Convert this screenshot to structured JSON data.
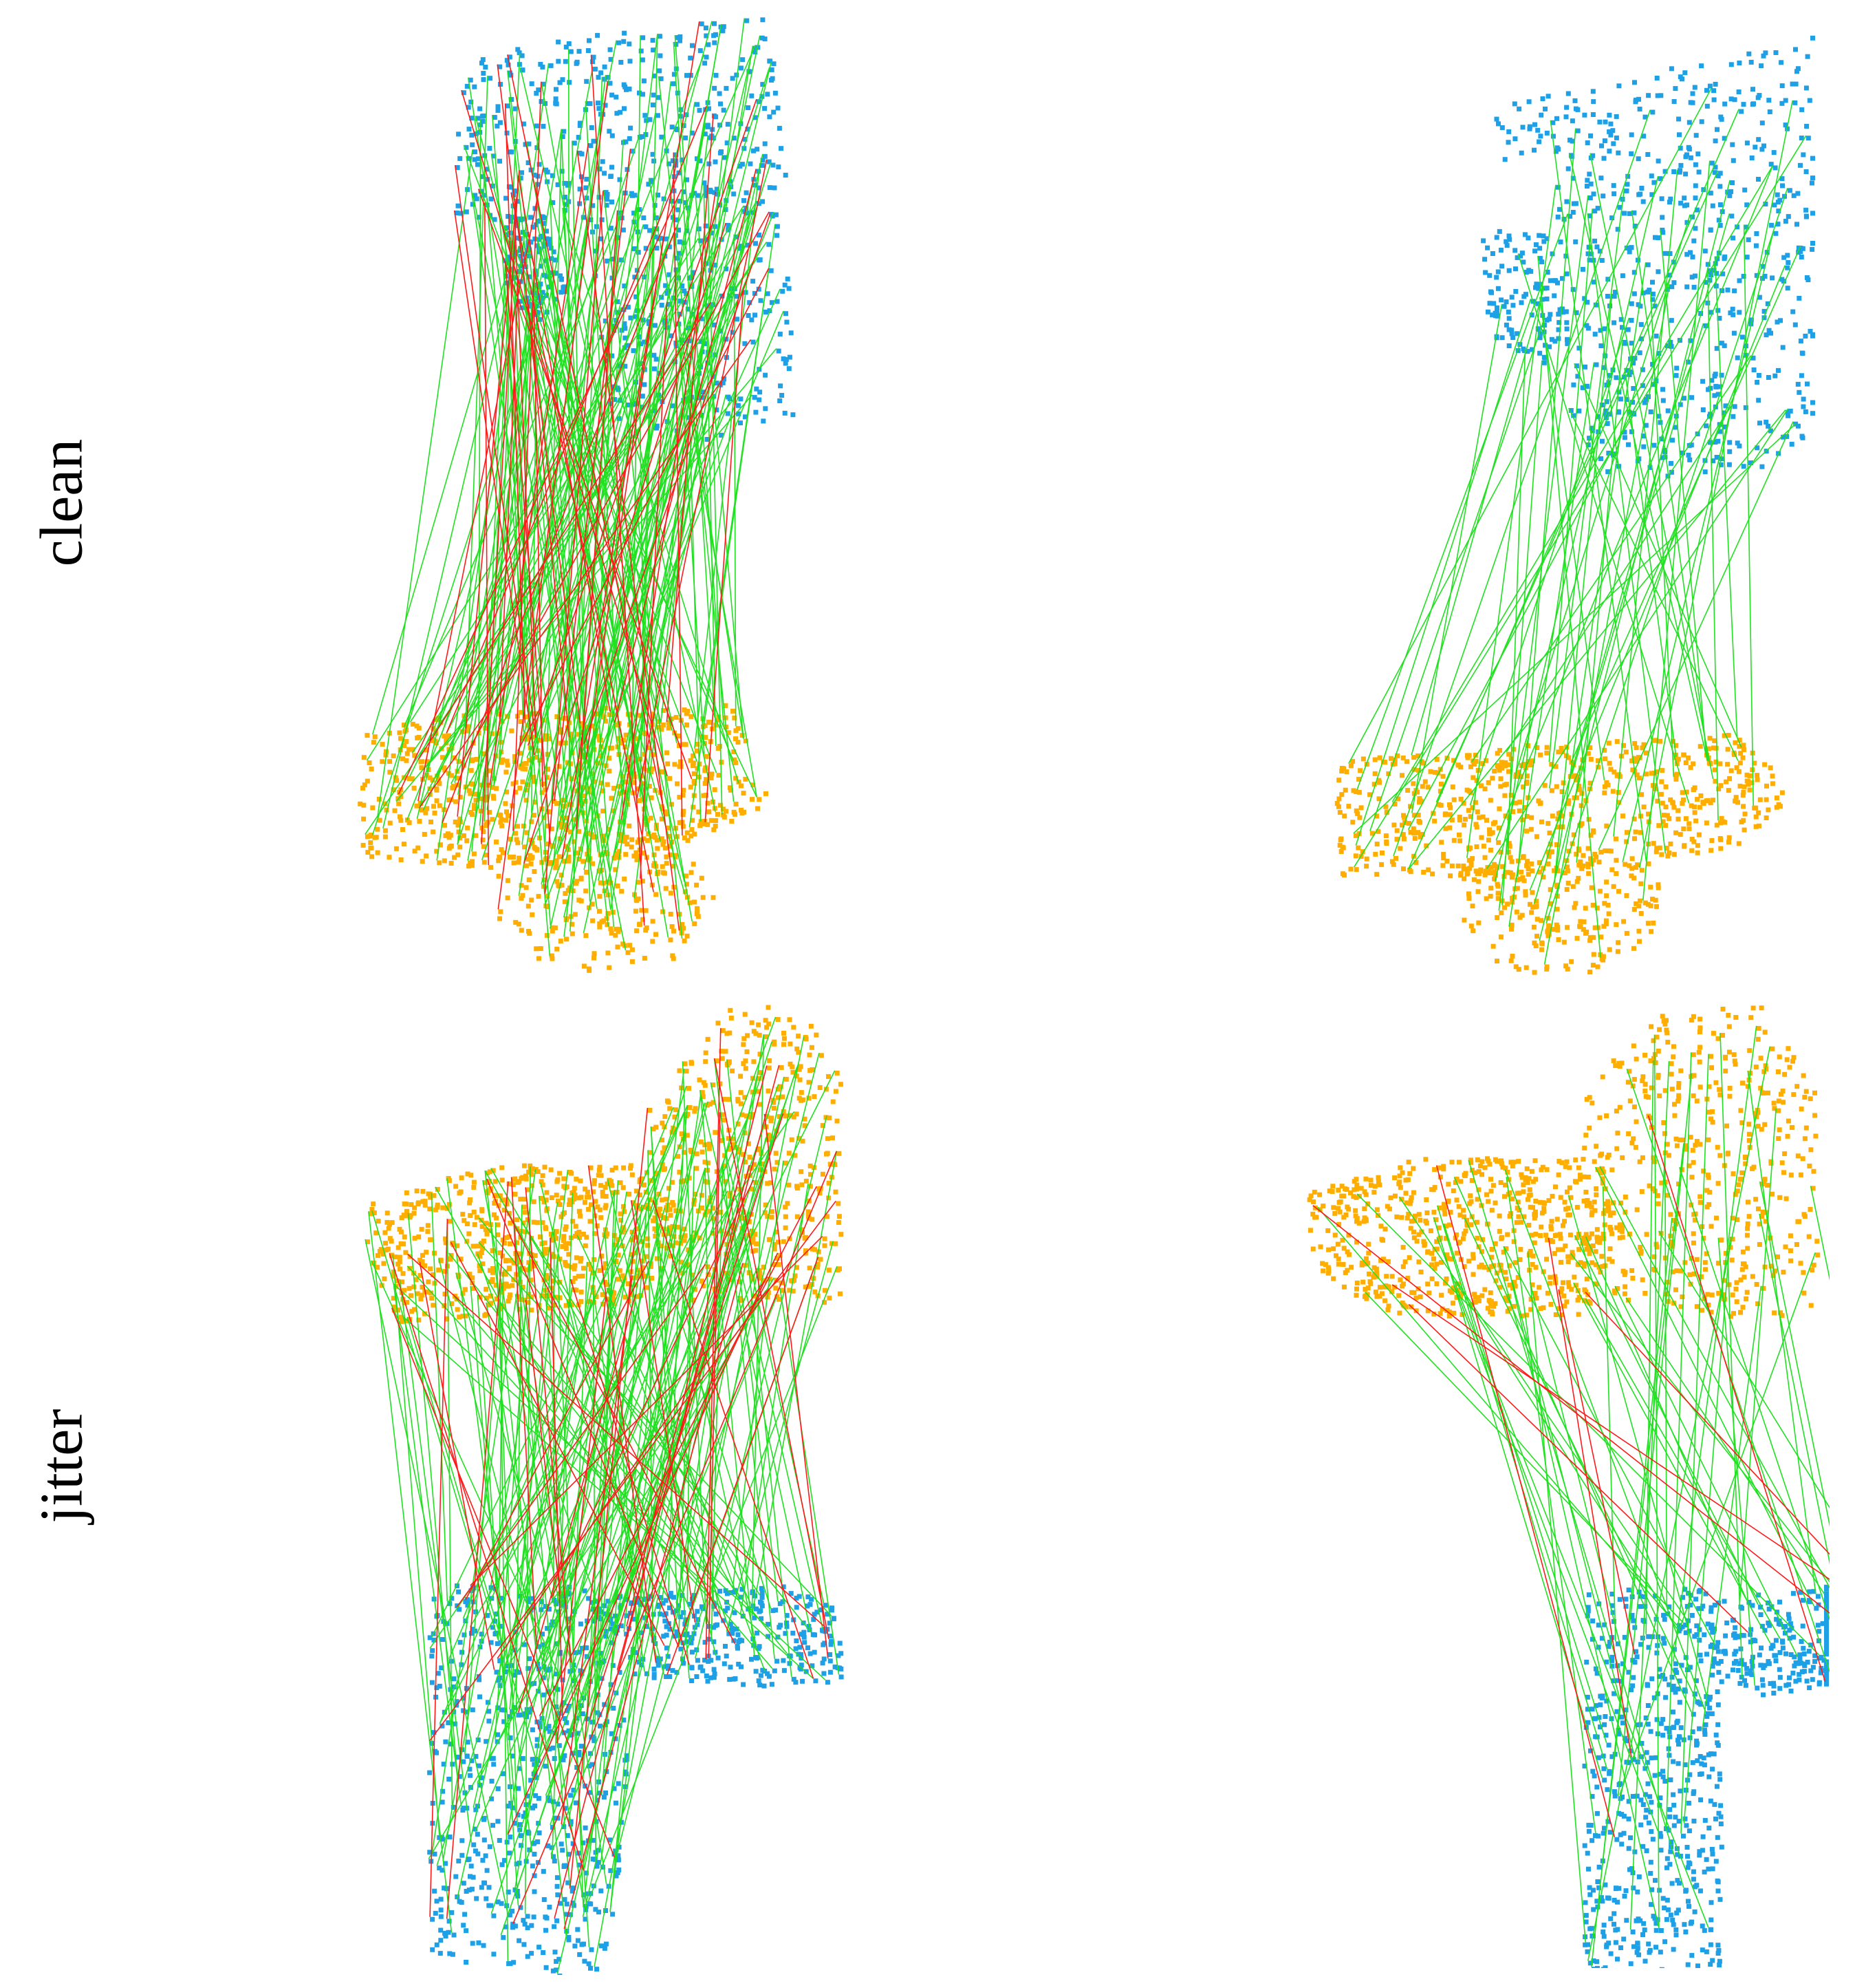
{
  "row_labels": {
    "clean": "clean",
    "jitter": "jitter"
  },
  "colors": {
    "source_points": "#1ea0e6",
    "target_points": "#ffae00",
    "correct_match": "#22e022",
    "wrong_match": "#ff1a1a"
  },
  "panels": [
    {
      "id": "panel-tl",
      "row": "clean",
      "column": "left",
      "green_lines": 150,
      "red_lines": 45
    },
    {
      "id": "panel-tr",
      "row": "clean",
      "column": "right",
      "green_lines": 60,
      "red_lines": 0
    },
    {
      "id": "panel-bl",
      "row": "jitter",
      "column": "left",
      "green_lines": 150,
      "red_lines": 40
    },
    {
      "id": "panel-br",
      "row": "jitter",
      "column": "right",
      "green_lines": 55,
      "red_lines": 8
    }
  ]
}
